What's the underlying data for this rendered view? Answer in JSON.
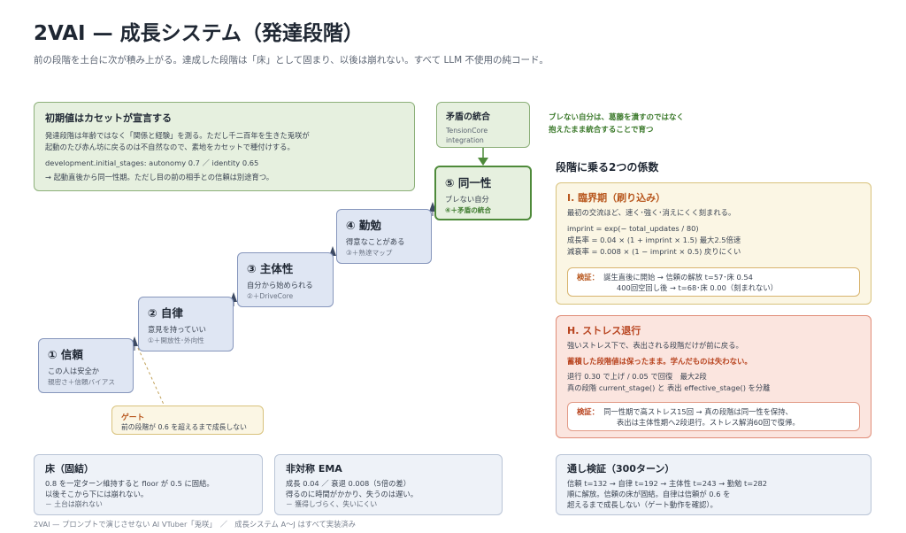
{
  "header": {
    "title": "2VAI — 成長システム（発達段階）",
    "subtitle": "前の段階を土台に次が積み上がる。達成した段階は「床」として固まり、以後は崩れない。すべて LLM 不使用の純コード。"
  },
  "initial": {
    "title": "初期値はカセットが宣言する",
    "line1": "発達段階は年齢ではなく「関係と経験」を測る。ただし千二百年を生きた兎咲が",
    "line2": "起動のたび赤ん坊に戻るのは不自然なので、素地をカセットで種付けする。",
    "code": "development.initial_stages: autonomy 0.7 ／ identity 0.65",
    "note": "→ 起動直後から同一性期。ただし目の前の相手との信頼は別途育つ。"
  },
  "integration": {
    "title": "矛盾の統合",
    "line1": "TensionCore",
    "line2": "integration",
    "quote1": "ブレない自分は、葛藤を潰すのではなく",
    "quote2": "抱えたまま統合することで育つ"
  },
  "stages": [
    {
      "label": "① 信頼",
      "desc": "この人は安全か",
      "foot": "親密さ＋信頼バイアス"
    },
    {
      "label": "② 自律",
      "desc": "意見を持っていい",
      "foot": "①＋開放性･外向性"
    },
    {
      "label": "③ 主体性",
      "desc": "自分から始められる",
      "foot": "②＋DriveCore"
    },
    {
      "label": "④ 勤勉",
      "desc": "得意なことがある",
      "foot": "③＋熟達マップ"
    },
    {
      "label": "⑤ 同一性",
      "desc": "ブレない自分",
      "foot": "④＋矛盾の統合"
    }
  ],
  "gate": {
    "title": "ゲート",
    "text": "前の段階が 0.6 を超えるまで成長しない"
  },
  "coefficients": {
    "heading": "段階に乗る2つの係数",
    "critical": {
      "title": "I. 臨界期（刷り込み）",
      "desc": "最初の交流ほど、速く･強く･消えにくく刻まれる。",
      "f1": "imprint = exp(− total_updates / 80)",
      "f2": "成長率 = 0.04 × (1 + imprint × 1.5)  最大2.5倍速",
      "f3": "減衰率 = 0.008 × (1 − imprint × 0.5)  戻りにくい",
      "verify_label": "検証：",
      "v1": "誕生直後に開始 → 信頼の解放 t=57･床 0.54",
      "v2": "400回空回し後 → t=68･床 0.00（刻まれない）"
    },
    "stress": {
      "title": "H. ストレス退行",
      "desc": "強いストレス下で、表出される段階だけが前に戻る。",
      "strong": "蓄積した段階値は保ったまま。学んだものは失わない。",
      "f1": "退行 0.30 で上げ / 0.05 で回復　最大2段",
      "f2": "真の段階 current_stage() と 表出 effective_stage() を分離",
      "verify_label": "検証：",
      "v1": "同一性期で高ストレス15回 → 真の段階は同一性を保持、",
      "v2": "表出は主体性期へ2段退行。ストレス解消60回で復帰。"
    }
  },
  "bottom": {
    "floor": {
      "title": "床（固結）",
      "l1": "0.8 を一定ターン維持すると floor が 0.5 に固結。",
      "l2": "以後そこから下には崩れない。",
      "l3": "－ 土台は崩れない"
    },
    "ema": {
      "title": "非対称 EMA",
      "l1": "成長 0.04 ／ 衰退 0.008（5倍の差）",
      "l2": "得るのに時間がかかり、失うのは遅い。",
      "l3": "－ 獲得しづらく、失いにくい"
    },
    "verify": {
      "title": "通し検証（300ターン）",
      "l1": "信頼 t=132 → 自律 t=192 → 主体性 t=243 → 勤勉 t=282",
      "l2": "順に解放。信頼の床が固結。自律は信頼が 0.6 を",
      "l3": "超えるまで成長しない（ゲート動作を確認）。"
    }
  },
  "footer": "2VAI — プロンプトで演じさせない AI VTuber「兎咲」　／　成長システム A〜J はすべて実装済み",
  "colors": {
    "accent_green": "#4e8a3a",
    "stage_blue": "#dfe6f3",
    "critical_orange": "#b8571e",
    "stress_red": "#b8431e"
  }
}
